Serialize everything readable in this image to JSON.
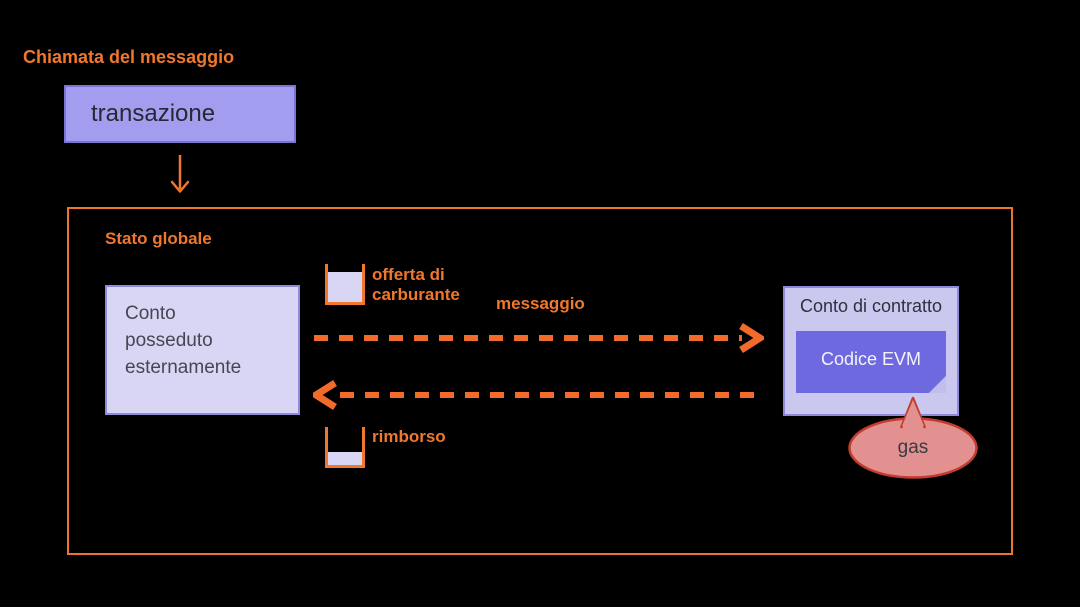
{
  "header": {
    "message_call_label": "Chiamata del messaggio",
    "transaction_label": "transazione"
  },
  "global_state": {
    "label": "Stato globale",
    "eoa_label": "Conto\nposseduto\nesternamente",
    "gas_supply_label": "offerta di\ncarburante",
    "message_label": "messaggio",
    "refund_label": "rimborso",
    "contract": {
      "label": "Conto di contratto",
      "evm_code_label": "Codice EVM"
    },
    "gas_label": "gas"
  },
  "colors": {
    "background": "#000000",
    "orange_label": "#F0772B",
    "orange_arrow": "#F26B2B",
    "outer_border": "#EC762D",
    "transaction_fill": "#A29DEE",
    "transaction_border": "#7B74D6",
    "account_fill": "#D8D6F4",
    "account_border": "#8E8ADB",
    "contract_fill": "#CBC8F0",
    "evm_fill": "#6E69DF",
    "evm_fold": "#C1BDED",
    "gas_fill": "#E29090",
    "gas_border": "#C23D2E"
  }
}
